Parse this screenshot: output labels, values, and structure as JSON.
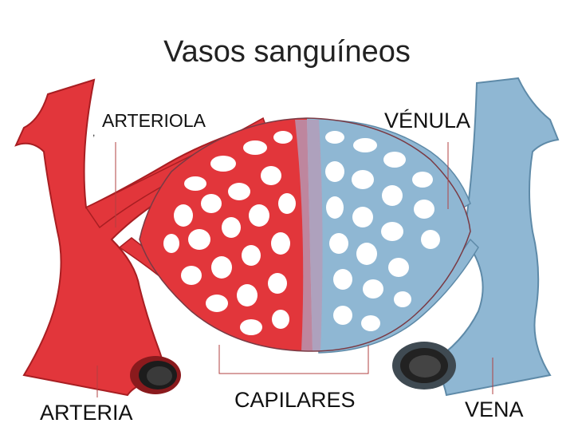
{
  "title": "Vasos sanguíneos",
  "labels": {
    "arteriola": "ARTERIOLA",
    "venula": "VÉNULA",
    "arteria": "ARTERIA",
    "capilares": "CAPILARES",
    "vena": "VENA"
  },
  "colors": {
    "artery": "#e2363b",
    "artery_dark": "#a81e22",
    "vein": "#8fb7d3",
    "vein_dark": "#5e8aa8",
    "mix": "#b59bb8",
    "leader": "#b04040"
  }
}
